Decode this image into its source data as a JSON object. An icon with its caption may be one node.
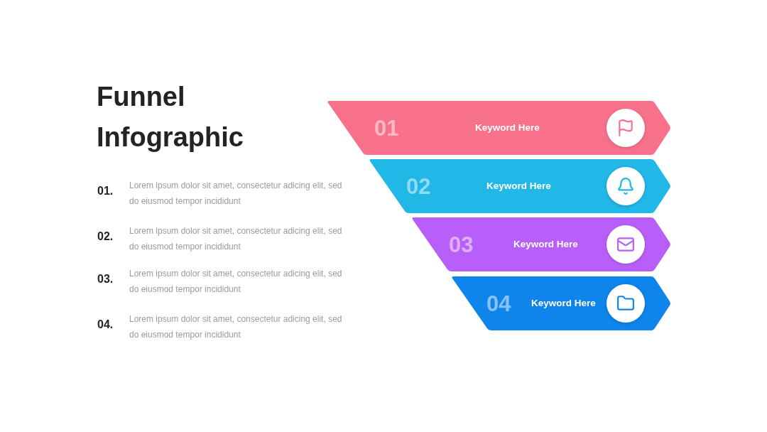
{
  "diagram": {
    "title": "Funnel Infographic",
    "nodes": [
      {
        "text": [
          "01",
          "Keyword Here"
        ]
      },
      {
        "text": [
          "02",
          "Keyword Here"
        ]
      },
      {
        "text": [
          "03",
          "Keyword Here"
        ]
      },
      {
        "text": [
          "04",
          "Keyword Here"
        ]
      }
    ],
    "labels": [
      "01.",
      "Lorem ipsum dolor sit amet, consectetur adicing elit, sed do eiusmod tempor incididunt",
      "02.",
      "Lorem ipsum dolor sit amet, consectetur adicing elit, sed do eiusmod tempor incididunt",
      "03.",
      "Lorem ipsum dolor sit amet, consectetur adicing elit, sed do eiusmod tempor incididunt",
      "04.",
      "Lorem ipsum dolor sit amet, consectetur adicing elit, sed do eiusmod tempor incididunt"
    ]
  }
}
